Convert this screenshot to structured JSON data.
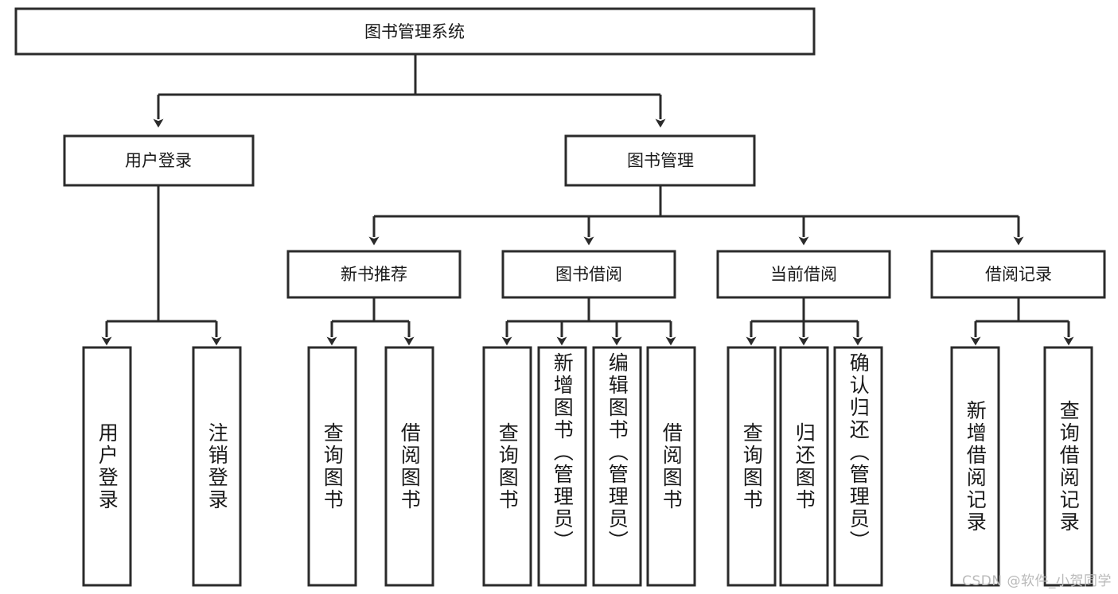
{
  "diagram": {
    "title": "图书管理系统",
    "type": "hierarchy-tree",
    "watermark": "CSDN @软件_小贺同学",
    "colors": {
      "stroke": "#2b2b2b",
      "fill": "#ffffff",
      "text": "#1a1a1a",
      "watermark": "#b9b9b9",
      "background": "#ffffff"
    },
    "levels": {
      "root": {
        "label": "图书管理系统"
      },
      "level2": [
        {
          "label": "用户登录"
        },
        {
          "label": "图书管理"
        }
      ],
      "level3": [
        {
          "label": "新书推荐"
        },
        {
          "label": "图书借阅"
        },
        {
          "label": "当前借阅"
        },
        {
          "label": "借阅记录"
        }
      ],
      "leaves": {
        "user_login": [
          {
            "label": "用户登录"
          },
          {
            "label": "注销登录"
          }
        ],
        "new_book_recommend": [
          {
            "label": "查询图书"
          },
          {
            "label": "借阅图书"
          }
        ],
        "book_borrow": [
          {
            "label": "查询图书"
          },
          {
            "label": "新增图书（管理员）"
          },
          {
            "label": "编辑图书（管理员）"
          },
          {
            "label": "借阅图书"
          }
        ],
        "current_borrow": [
          {
            "label": "查询图书"
          },
          {
            "label": "归还图书"
          },
          {
            "label": "确认归还（管理员）"
          }
        ],
        "borrow_record": [
          {
            "label": "新增借阅记录"
          },
          {
            "label": "查询借阅记录"
          }
        ]
      }
    }
  }
}
